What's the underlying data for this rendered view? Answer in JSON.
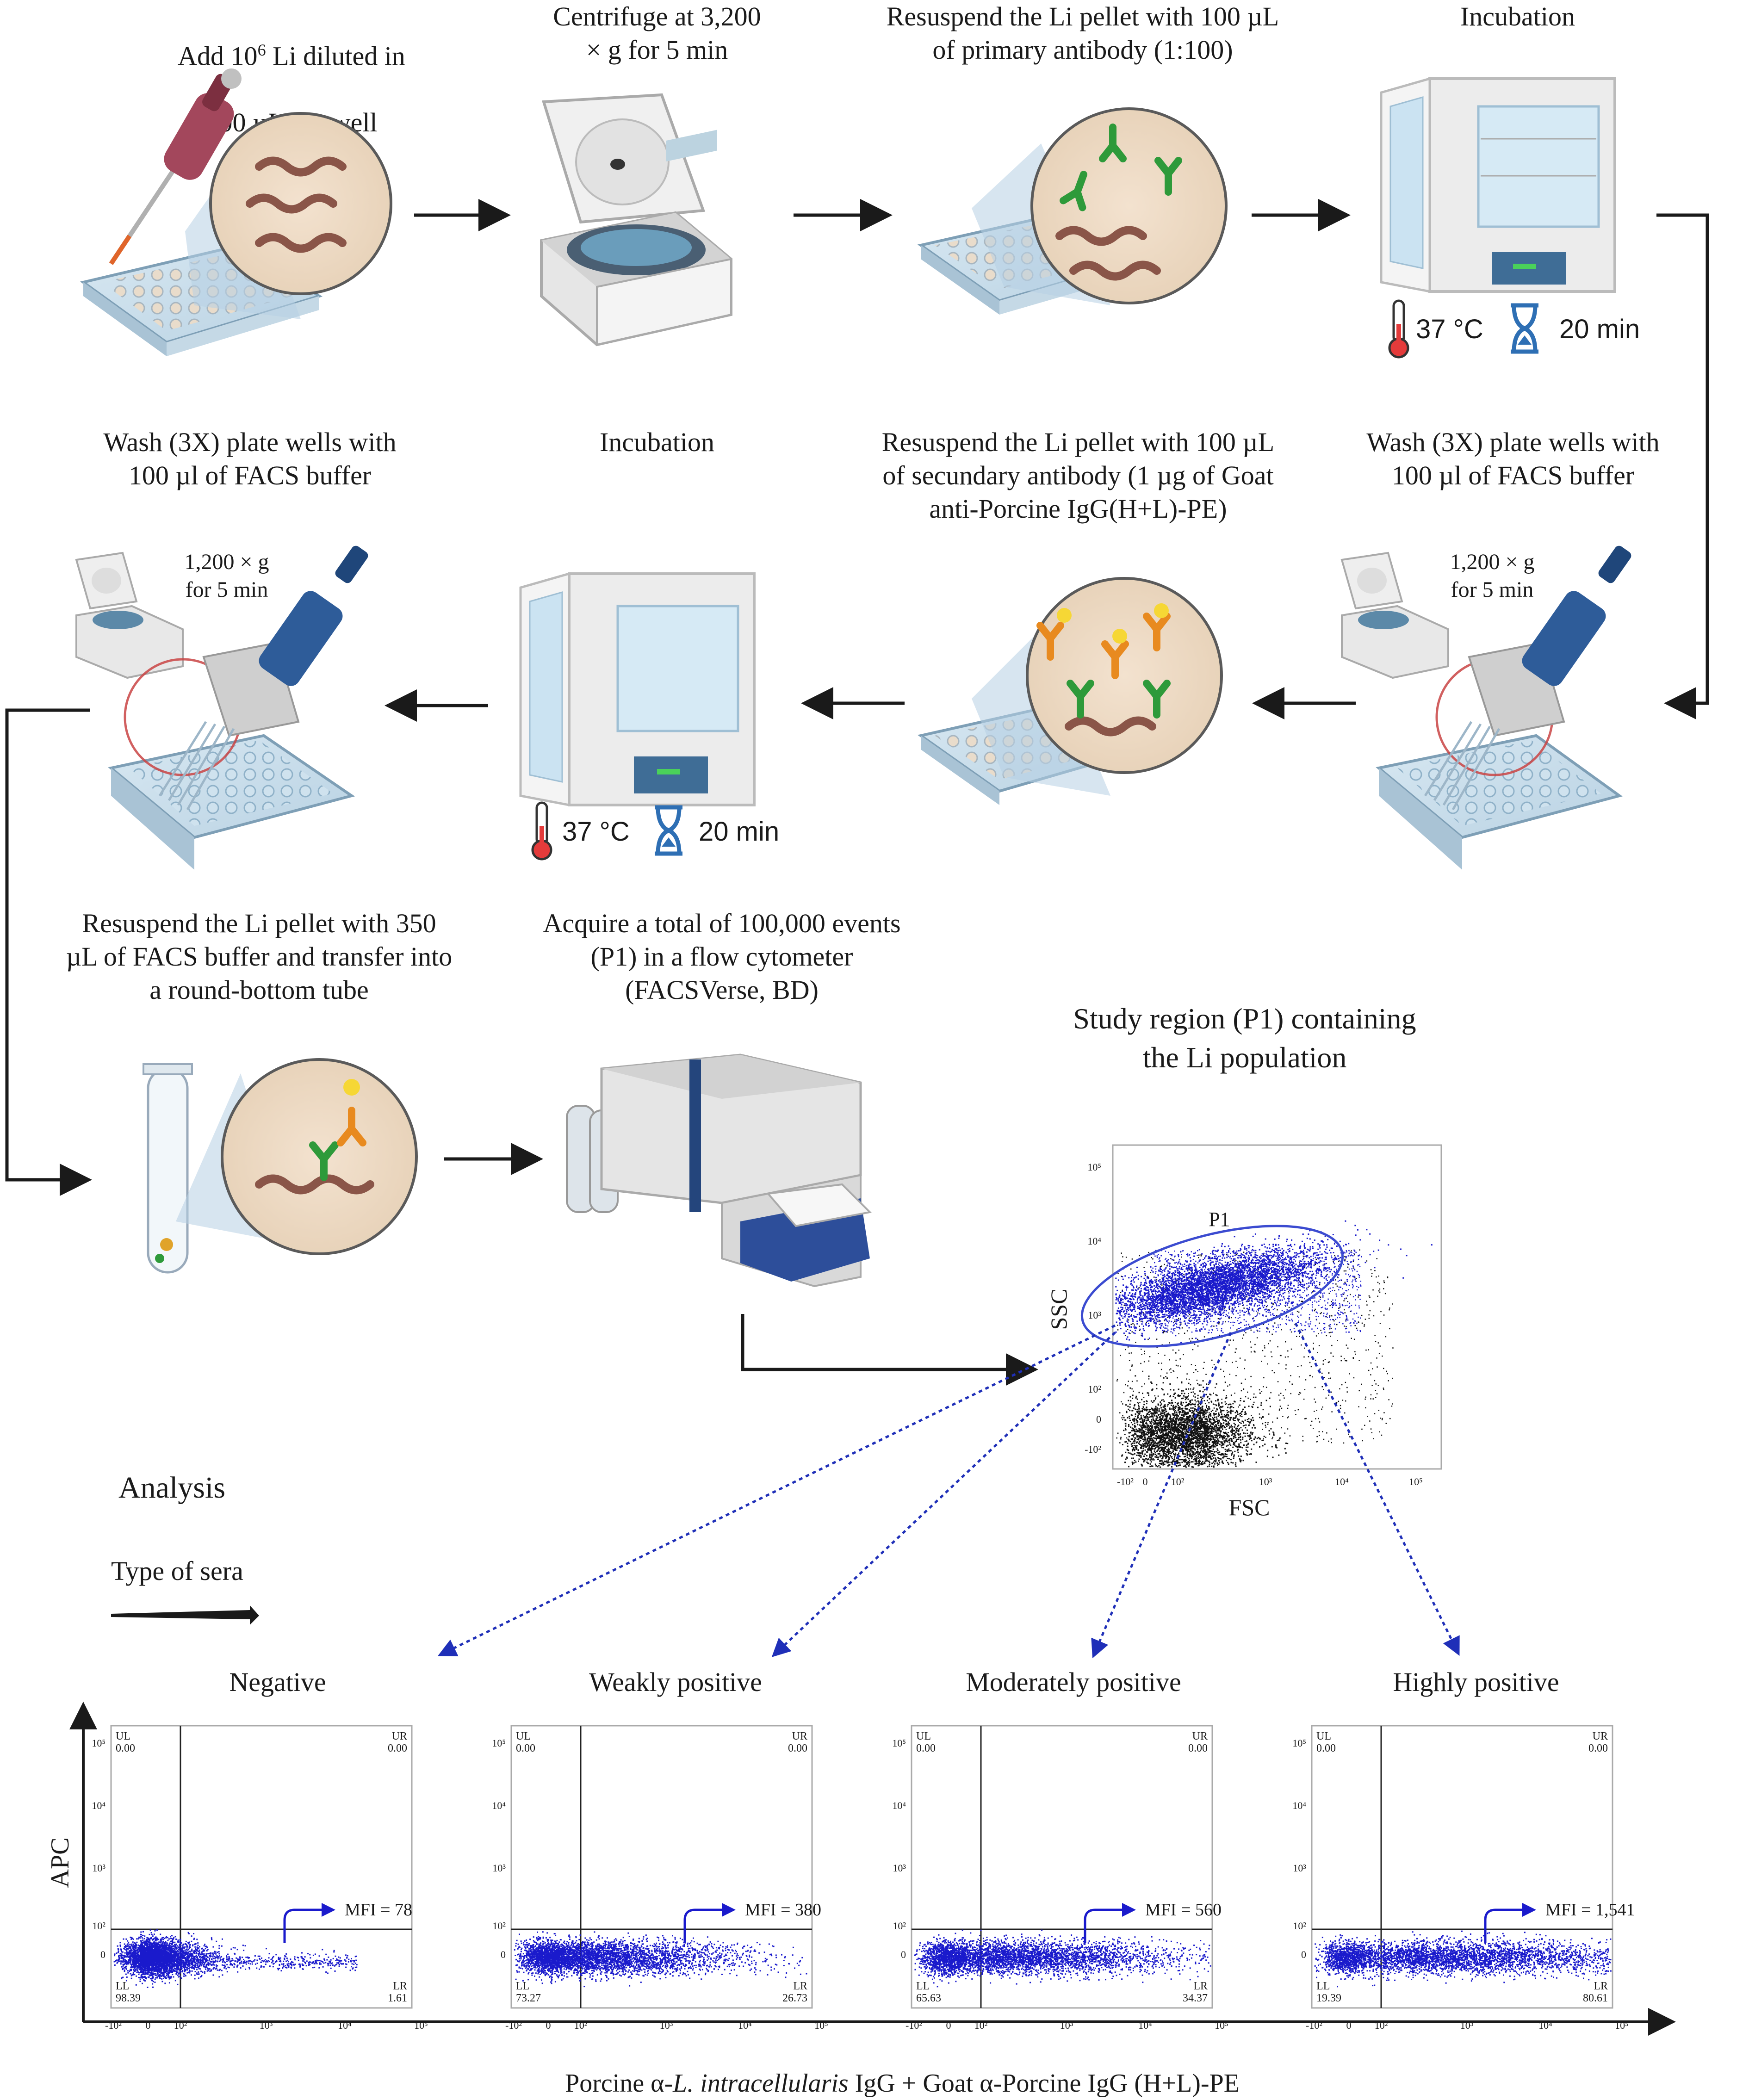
{
  "steps": {
    "s1": {
      "label_pre": "Add 10",
      "label_sup": "6",
      "label_post": " Li diluted in",
      "label_line2": "200 µL per well"
    },
    "s2": {
      "label": "Centrifuge at 3,200\n× g for 5 min"
    },
    "s3": {
      "label": "Resuspend the Li pellet with 100 µL\nof primary antibody (1:100)"
    },
    "s4": {
      "label": "Incubation",
      "temp": "37 °C",
      "time": "20 min"
    },
    "s5": {
      "label": "Wash (3X) plate wells with\n100 µl of FACS buffer",
      "centrifuge": "1,200 × g\nfor 5 min"
    },
    "s6": {
      "label": "Resuspend the Li pellet with 100 µL\nof secundary antibody (1 µg of Goat\nanti-Porcine IgG(H+L)-PE)"
    },
    "s7": {
      "label": "Incubation",
      "temp": "37 °C",
      "time": "20 min"
    },
    "s8": {
      "label": "Wash (3X) plate wells with\n100 µl of FACS buffer",
      "centrifuge": "1,200 × g\nfor 5 min"
    },
    "s9": {
      "label": "Resuspend the Li pellet with  350\nµL of FACS buffer and transfer into\na round-bottom tube"
    },
    "s10": {
      "label": "Acquire a total of 100,000 events\n(P1)  in a flow cytometer\n(FACSVerse, BD)"
    }
  },
  "study_region": {
    "title": "Study region (P1) containing\nthe Li population",
    "gate": "P1",
    "xlabel": "FSC",
    "ylabel": "SSC",
    "xticks": [
      "-10²",
      "0",
      "10²",
      "10³",
      "10⁴",
      "10⁵"
    ],
    "yticks": [
      "10⁵",
      "10⁴",
      "10³",
      "10²",
      "0",
      "-10²"
    ]
  },
  "analysis": {
    "title": "Analysis",
    "subtitle": "Type of sera"
  },
  "panel_axis": {
    "ylabel": "APC",
    "xlabel_pre": "Porcine α-",
    "xlabel_it": "L. intracellularis",
    "xlabel_post": " IgG + Goat α-Porcine IgG (H+L)-PE",
    "xticks": [
      "-10²",
      "0",
      "10²",
      "10³",
      "10⁴",
      "10⁵"
    ],
    "yticks": [
      "10⁵",
      "10⁴",
      "10³",
      "10²",
      "0"
    ]
  },
  "panels": [
    {
      "title": "Negative",
      "ul": "UL",
      "ul_v": "0.00",
      "ur": "UR",
      "ur_v": "0.00",
      "ll": "LL",
      "ll_v": "98.39",
      "lr": "LR",
      "lr_v": "1.61",
      "mfi": "MFI = 78"
    },
    {
      "title": "Weakly positive",
      "ul": "UL",
      "ul_v": "0.00",
      "ur": "UR",
      "ur_v": "0.00",
      "ll": "LL",
      "ll_v": "73.27",
      "lr": "LR",
      "lr_v": "26.73",
      "mfi": "MFI = 380"
    },
    {
      "title": "Moderately positive",
      "ul": "UL",
      "ul_v": "0.00",
      "ur": "UR",
      "ur_v": "0.00",
      "ll": "LL",
      "ll_v": "65.63",
      "lr": "LR",
      "lr_v": "34.37",
      "mfi": "MFI = 560"
    },
    {
      "title": "Highly positive",
      "ul": "UL",
      "ul_v": "0.00",
      "ur": "UR",
      "ur_v": "0.00",
      "ll": "LL",
      "ll_v": "19.39",
      "lr": "LR",
      "lr_v": "80.61",
      "mfi": "MFI = 1,541"
    }
  ],
  "colors": {
    "blue_events": "#1a1acc",
    "black_events": "#111111",
    "arrow": "#1a1a1a",
    "dotted_arrow": "#1f2fb8"
  }
}
